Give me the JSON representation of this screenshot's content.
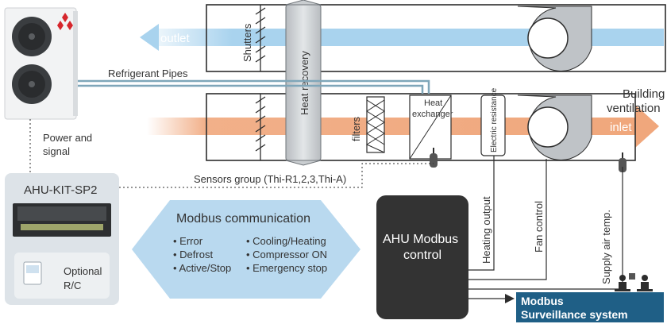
{
  "labels": {
    "outlet": "outlet",
    "inlet": "inlet",
    "shutters": "Shutters",
    "heat_recovery": "Heat recovery",
    "refrigerant_pipes": "Refrigerant Pipes",
    "building_ventilation_line1": "Building",
    "building_ventilation_line2": "ventilation",
    "filters": "filters",
    "heat_exchanger_line1": "Heat",
    "heat_exchanger_line2": "exchanger",
    "electric_resistance": "Electric resistance",
    "power_signal_line1": "Power and",
    "power_signal_line2": "signal",
    "sensors_group": "Sensors group (Thi-R1,2,3,Thi-A)",
    "ahu_kit": "AHU-KIT-SP2",
    "optional_rc_line1": "Optional",
    "optional_rc_line2": "R/C",
    "modbus_title": "Modbus communication",
    "modbus_items_left": [
      "• Error",
      "• Defrost",
      "• Active/Stop"
    ],
    "modbus_items_right": [
      "• Cooling/Heating",
      "• Compressor ON",
      "• Emergency stop"
    ],
    "ahu_control_line1": "AHU Modbus",
    "ahu_control_line2": "control",
    "heating_output": "Heating output",
    "fan_control": "Fan control",
    "supply_air_temp": "Supply air temp.",
    "surveillance_line1": "Modbus",
    "surveillance_line2": "Surveillance system"
  },
  "colors": {
    "outlet_flow": "#a9d3ee",
    "inlet_flow": "#f0a77c",
    "kit_panel": "#dde3e8",
    "modbus_hex": "#b9d9ef",
    "control_box": "#333333",
    "surveillance_box": "#1f5f86"
  }
}
